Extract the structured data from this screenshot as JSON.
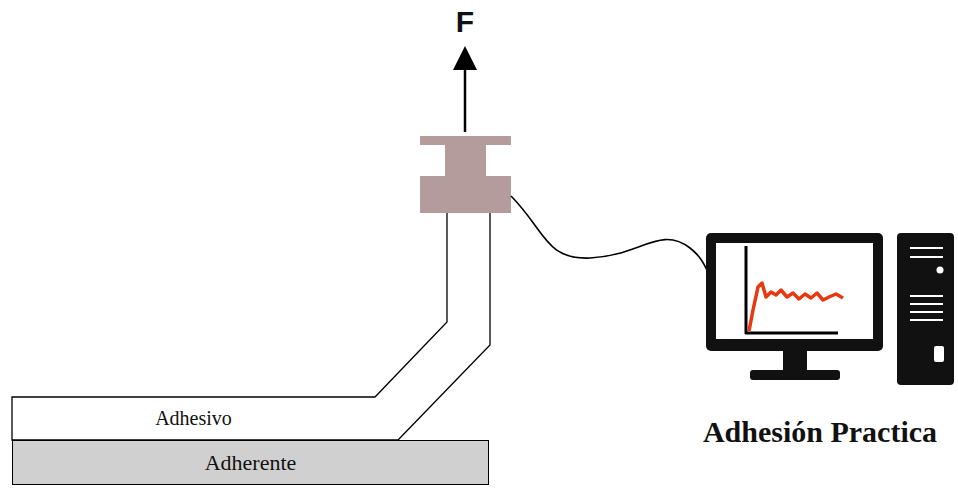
{
  "diagram": {
    "nodes": [
      {
        "text": [
          "Adhesivo"
        ]
      },
      {
        "text": [
          "Adherente"
        ]
      }
    ],
    "labels": [
      "F",
      "Adhesión Practica"
    ]
  }
}
